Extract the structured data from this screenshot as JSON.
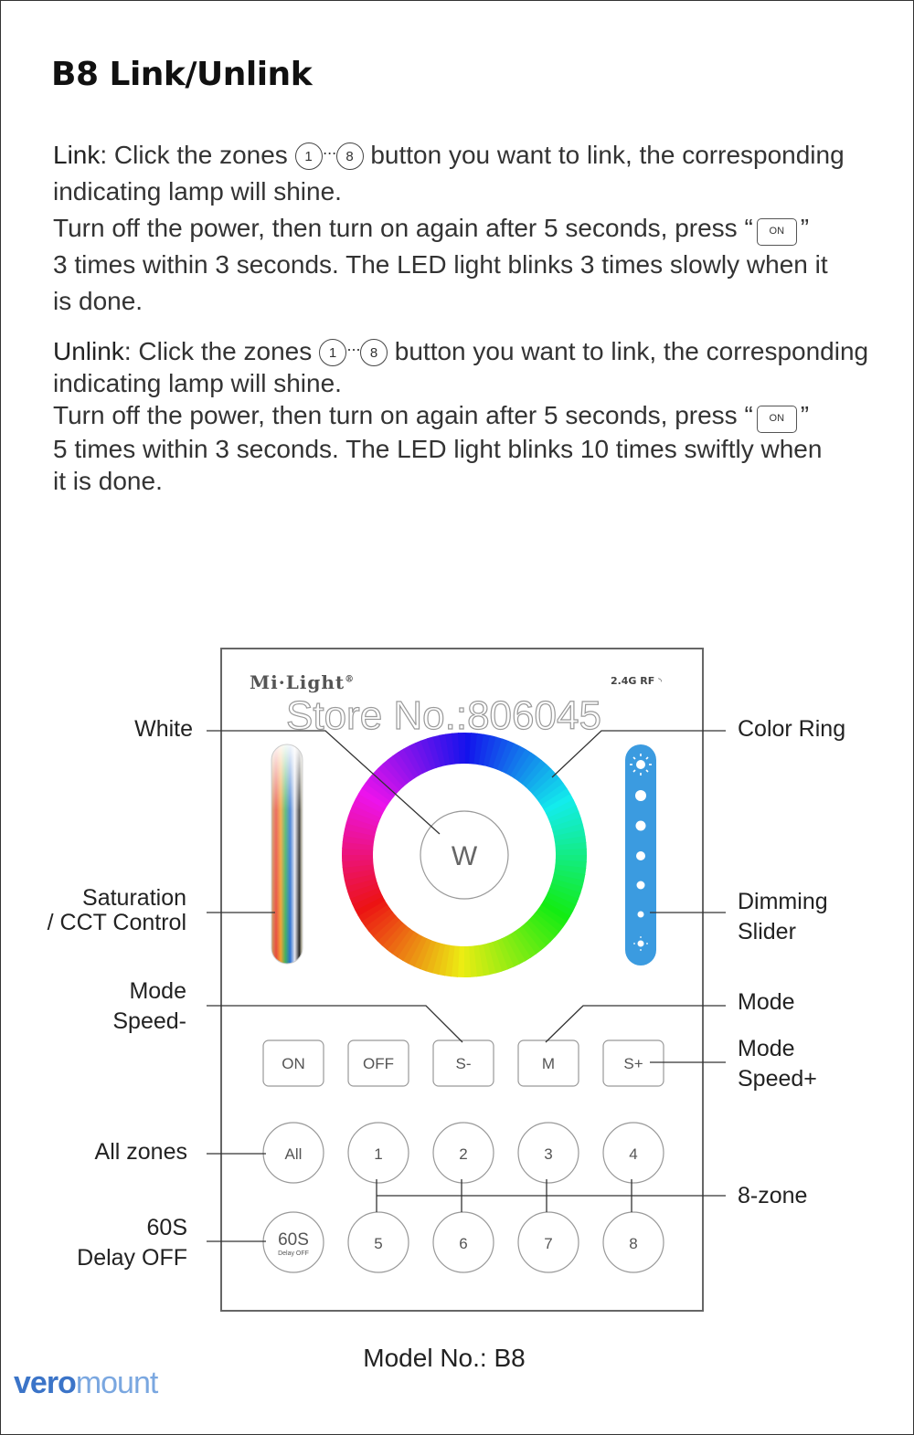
{
  "title": "B8 Link/Unlink",
  "link": {
    "label": "Link",
    "l1a": ": Click the zones ",
    "zone_start": "1",
    "dots": "···",
    "zone_end": "8",
    "l1b": " button you want to link, the corresponding",
    "l2": "indicating lamp will shine.",
    "l3a": "Turn off the power, then turn on again after 5 seconds, press “",
    "on_key": "ON",
    "l3b": "”",
    "l4": "3 times within 3 seconds. The LED light blinks 3 times slowly when it",
    "l5": "is done."
  },
  "unlink": {
    "label": "Unlink",
    "l1a": ": Click the zones ",
    "zone_start": "1",
    "dots": "···",
    "zone_end": "8",
    "l1b": " button you want to link, the corresponding",
    "l2": "indicating lamp will shine.",
    "l3a": "Turn off the power, then turn on again after 5 seconds, press “",
    "on_key": "ON",
    "l3b": "”",
    "l4": "5 times within 3 seconds. The LED light blinks 10 times swiftly when",
    "l5": "it is done."
  },
  "panel": {
    "brand": "Mi·Light",
    "registered": "®",
    "rf": "2.4G RF",
    "watermark": "Store No.:806045",
    "wheel_center": "W",
    "buttons": [
      "ON",
      "OFF",
      "S-",
      "M",
      "S+"
    ],
    "zones_top": [
      "All",
      "1",
      "2",
      "3",
      "4"
    ],
    "zones_bottom": [
      "60S",
      "5",
      "6",
      "7",
      "8"
    ],
    "delay_small": "Delay OFF"
  },
  "callouts": {
    "white": "White",
    "color_ring": "Color Ring",
    "saturation_1": "Saturation",
    "saturation_2": "/ CCT Control",
    "dimming_1": "Dimming",
    "dimming_2": "Slider",
    "mode_speed_minus_1": "Mode",
    "mode_speed_minus_2": "Speed-",
    "mode": "Mode",
    "mode_speed_plus_1": "Mode",
    "mode_speed_plus_2": "Speed+",
    "all_zones": "All zones",
    "eight_zone": "8-zone",
    "delay_1": "60S",
    "delay_2": "Delay OFF"
  },
  "model": "Model No.: B8",
  "logo": {
    "part1": "vero",
    "part2": "mount"
  },
  "colors": {
    "slider_blue": "#3b9be0",
    "panel_border": "#666666",
    "text": "#333333"
  }
}
